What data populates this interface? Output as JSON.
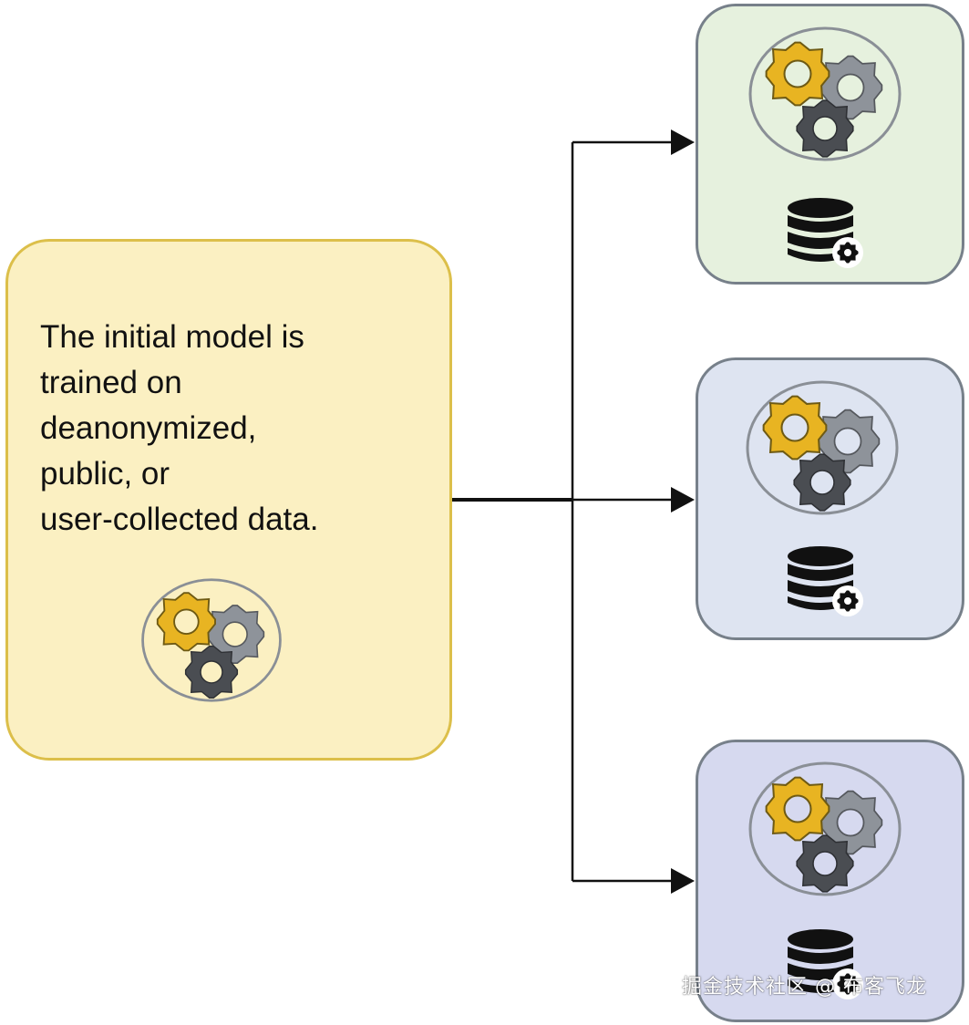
{
  "main_box": {
    "text_lines": [
      "The initial model is",
      "trained on",
      "deanonymized,",
      "public, or",
      "user-collected data."
    ],
    "icon": "gears-icon"
  },
  "client_boxes": [
    {
      "icons": [
        "gears-icon",
        "database-gear-icon"
      ],
      "fill": "#e6f1de"
    },
    {
      "icons": [
        "gears-icon",
        "database-gear-icon"
      ],
      "fill": "#dee4f1"
    },
    {
      "icons": [
        "gears-icon",
        "database-gear-icon"
      ],
      "fill": "#d6d9ef"
    }
  ],
  "colors": {
    "main_fill": "#fbf0c2",
    "main_border": "#dcbf4a",
    "client_border": "#77808a",
    "gear_gold": "#e8b422",
    "gear_gray": "#8e939a",
    "gear_dark": "#4a4d52"
  },
  "watermark": "掘金技术社区 @ 布客飞龙"
}
